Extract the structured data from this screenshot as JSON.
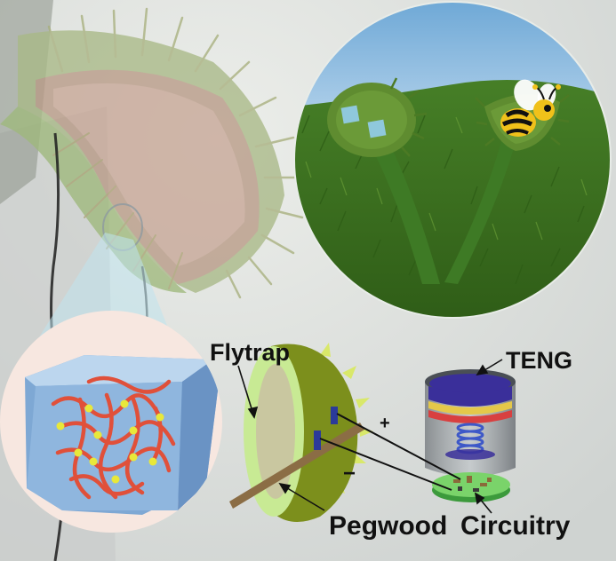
{
  "labels": {
    "flytrap": "Flytrap",
    "teng": "TENG",
    "pegwood": "Pegwood",
    "circuitry": "Circuitry",
    "plus": "+",
    "minus": "−"
  },
  "colors": {
    "background": "#d9dcdb",
    "sky": "#7fb3dc",
    "grass": "#3f7a22",
    "trap_green": "#7fa036",
    "trap_rim": "#cfe6a0",
    "spike": "#d9e86a",
    "teng_blue": "#3a2f9a",
    "teng_yellow": "#e4c84a",
    "teng_red": "#d84040",
    "hydrogel": "#9ec3e6",
    "polymer": "#e0503a",
    "wire": "#111111"
  },
  "icons": [
    "bee-icon",
    "electrode-patch-icon",
    "spring-icon"
  ]
}
